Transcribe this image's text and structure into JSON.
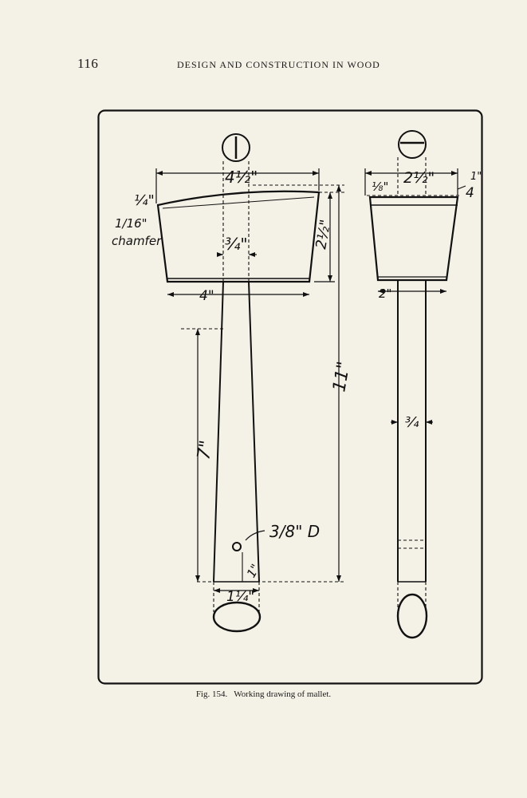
{
  "page": {
    "number": "116",
    "running_head": "DESIGN AND CONSTRUCTION IN WOOD"
  },
  "figure": {
    "label": "Fig. 154.",
    "caption": "Working drawing of mallet.",
    "dimensions": {
      "head_top_width": "4½\"",
      "head_bottom_width": "4\"",
      "head_height": "2½\"",
      "top_slope": "¼\"",
      "chamfer_size": "1/16\"",
      "chamfer_word": "chamfer",
      "handle_thickness_front": "¾\"",
      "overall_length": "11\"",
      "handle_length": "7\"",
      "hole_diameter": "3/8\" D",
      "hole_position": "1\"",
      "handle_end_width": "1¼\"",
      "side_top_width": "2½\"",
      "side_bevel_left": "⅛\"",
      "side_bevel_right_num": "1\"",
      "side_bevel_right_den": "4",
      "side_bottom_width": "2\"",
      "handle_thickness_side": "¾"
    }
  }
}
